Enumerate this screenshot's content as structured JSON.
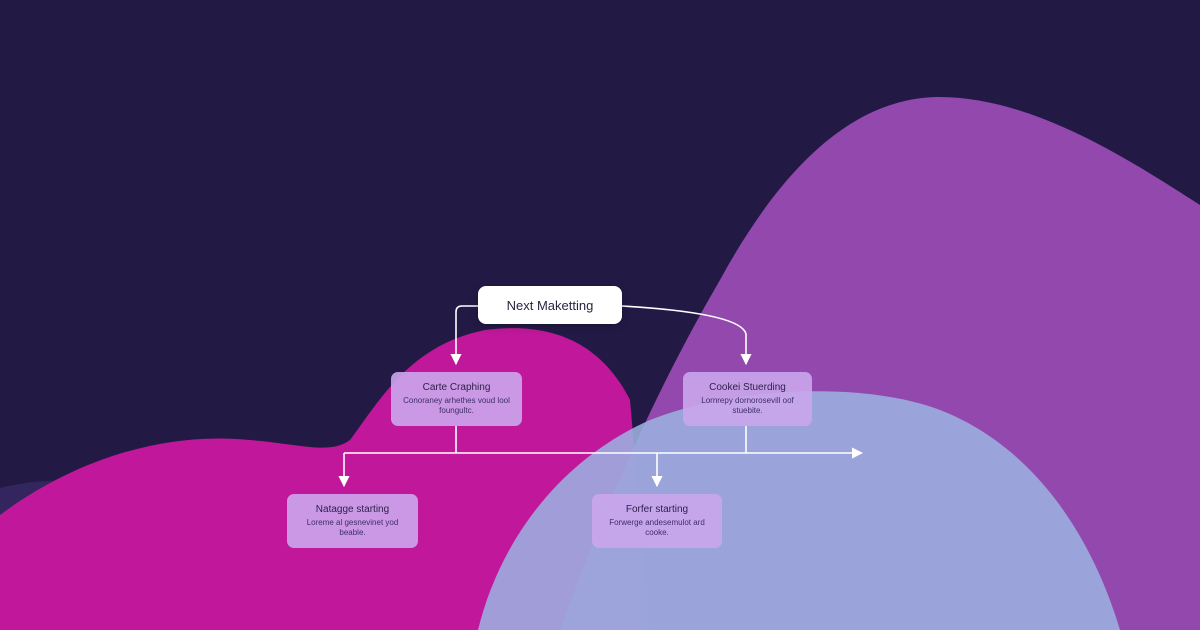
{
  "colors": {
    "background": "#221a45",
    "magenta": "#c0179b",
    "violet": "#9a4bb4",
    "lavender": "#9ab0df",
    "node_fill": "#cba6ec",
    "root_fill": "#ffffff",
    "connector": "#ffffff"
  },
  "diagram": {
    "root": {
      "title": "Next Maketting"
    },
    "nodes": [
      {
        "id": "node-a",
        "title": "Carte Craphing",
        "desc": "Conoraney arhethes voud lool foungultc."
      },
      {
        "id": "node-b",
        "title": "Cookei Stuerding",
        "desc": "Lornrepy dornorosevill oof stuebite."
      },
      {
        "id": "node-c",
        "title": "Natagge starting",
        "desc": "Loreme al gesnevinet yod beable."
      },
      {
        "id": "node-d",
        "title": "Forfer starting",
        "desc": "Forwerge andesemulot ard cooke."
      }
    ]
  }
}
